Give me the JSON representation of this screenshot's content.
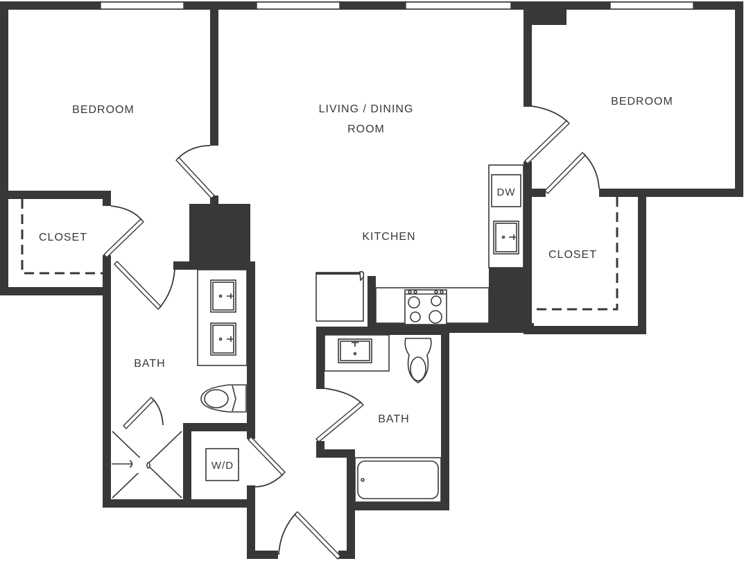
{
  "floor_plan": {
    "rooms": [
      {
        "id": "bedroom_left",
        "label": "BEDROOM"
      },
      {
        "id": "living_dining",
        "label_line1": "LIVING / DINING",
        "label_line2": "ROOM"
      },
      {
        "id": "bedroom_right",
        "label": "BEDROOM"
      },
      {
        "id": "closet_left",
        "label": "CLOSET"
      },
      {
        "id": "kitchen",
        "label": "KITCHEN"
      },
      {
        "id": "closet_right",
        "label": "CLOSET"
      },
      {
        "id": "bath_left",
        "label": "BATH"
      },
      {
        "id": "bath_right",
        "label": "BATH"
      }
    ],
    "appliances": {
      "dishwasher": "DW",
      "washer_dryer": "W/D"
    },
    "colors": {
      "wall": "#38383a",
      "background": "#ffffff"
    }
  }
}
